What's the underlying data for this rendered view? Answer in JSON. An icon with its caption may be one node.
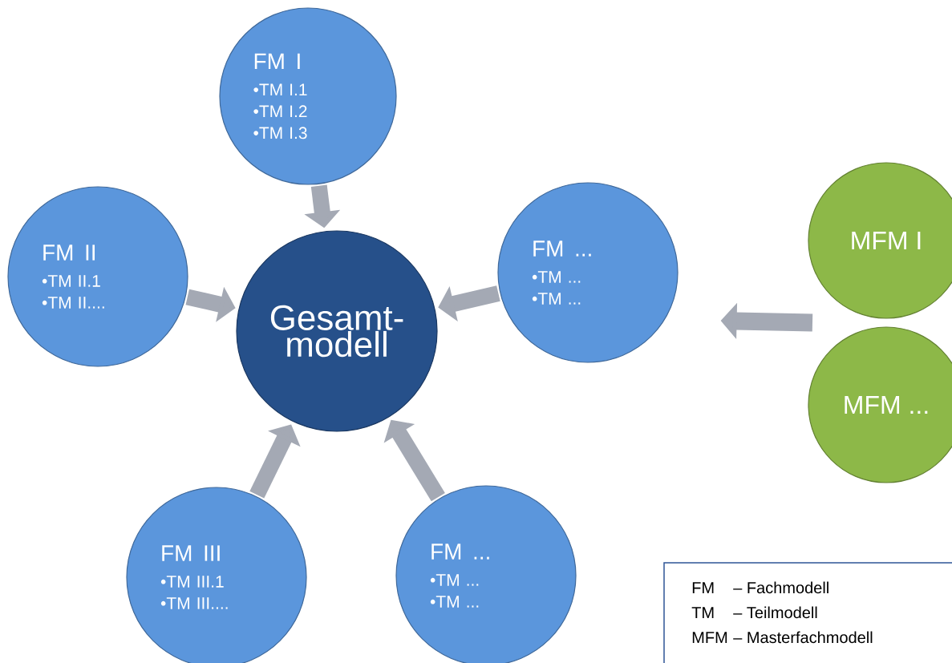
{
  "diagram": {
    "nodes": [
      {
        "text": [
          "Gesamt- modell"
        ]
      },
      {
        "text": [
          "FM I",
          "•TM I.1",
          "•TM I.2",
          "•TM I.3"
        ]
      },
      {
        "text": [
          "FM II",
          "•TM II.1",
          "•TM II...."
        ]
      },
      {
        "text": [
          "FM ...",
          "•TM ...",
          "•TM ..."
        ]
      },
      {
        "text": [
          "FM III",
          "•TM III.1",
          "•TM III...."
        ]
      },
      {
        "text": [
          "FM ...",
          "•TM ...",
          "•TM ..."
        ]
      },
      {
        "text": [
          "MFM I"
        ]
      },
      {
        "text": [
          "MFM ..."
        ]
      }
    ],
    "edges": [
      {
        "from": 1,
        "to": 0,
        "arrow": "to"
      },
      {
        "from": 2,
        "to": 0,
        "arrow": "to"
      },
      {
        "from": 3,
        "to": 0,
        "arrow": "to"
      },
      {
        "from": 4,
        "to": 0,
        "arrow": "to"
      },
      {
        "from": 5,
        "to": 0,
        "arrow": "to"
      },
      {
        "from": 6,
        "to": 3,
        "arrow": "to"
      },
      {
        "from": 7,
        "to": 3,
        "arrow": "to"
      }
    ],
    "labels": [
      "FM",
      "– Fachmodell",
      "TM",
      "– Teilmodell",
      "MFM",
      "– Masterfachmodell"
    ]
  }
}
